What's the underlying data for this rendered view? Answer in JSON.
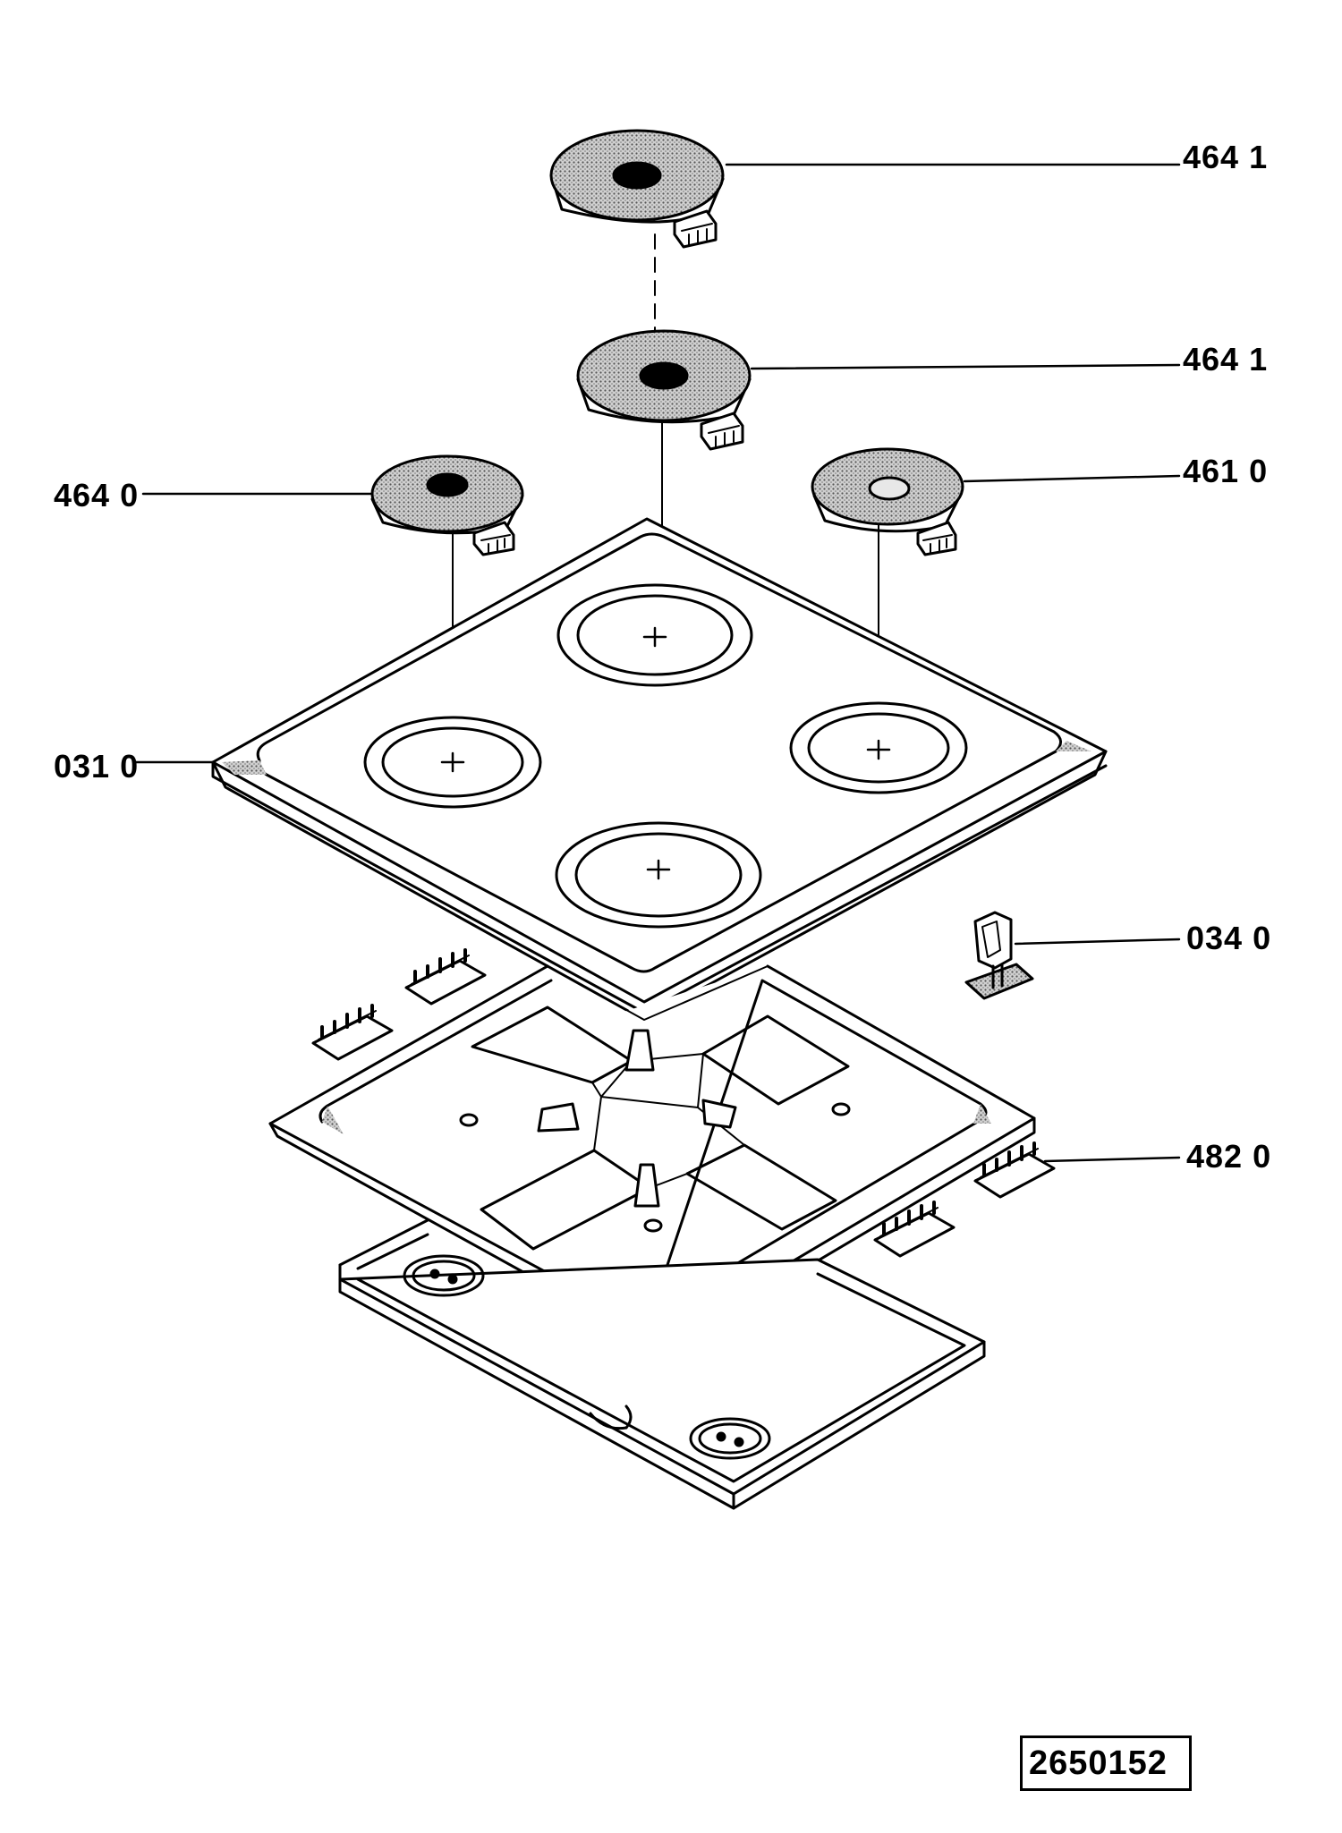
{
  "callouts": {
    "burner_top": "464 1",
    "burner_upper": "464 1",
    "burner_left": "464 0",
    "burner_right": "461 0",
    "hob_panel": "031 0",
    "clip": "034 0",
    "connector": "482 0"
  },
  "drawing_number": "2650152",
  "colors": {
    "line": "#000000",
    "hatch": "#8a8a8a",
    "background": "#ffffff"
  }
}
